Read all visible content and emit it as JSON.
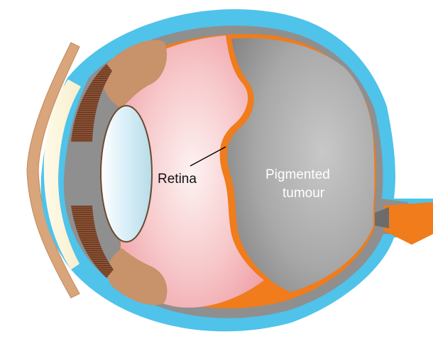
{
  "diagram": {
    "labels": {
      "retina": "Retina",
      "tumour_line1": "Pigmented",
      "tumour_line2": "tumour"
    },
    "colors": {
      "sclera": "#4fc3ea",
      "choroid": "#8a8a8a",
      "retina_edge": "#f07c1c",
      "vitreous": "#f4b7b9",
      "tumour": "#9e9e9e",
      "lens": "#d3edf6",
      "iris": "#8b5133",
      "ciliary_body": "#c8926a",
      "cornea": "#fbf3d8",
      "eyelid": "#d9a57a",
      "optic_nerve": "#f07c1c"
    }
  }
}
